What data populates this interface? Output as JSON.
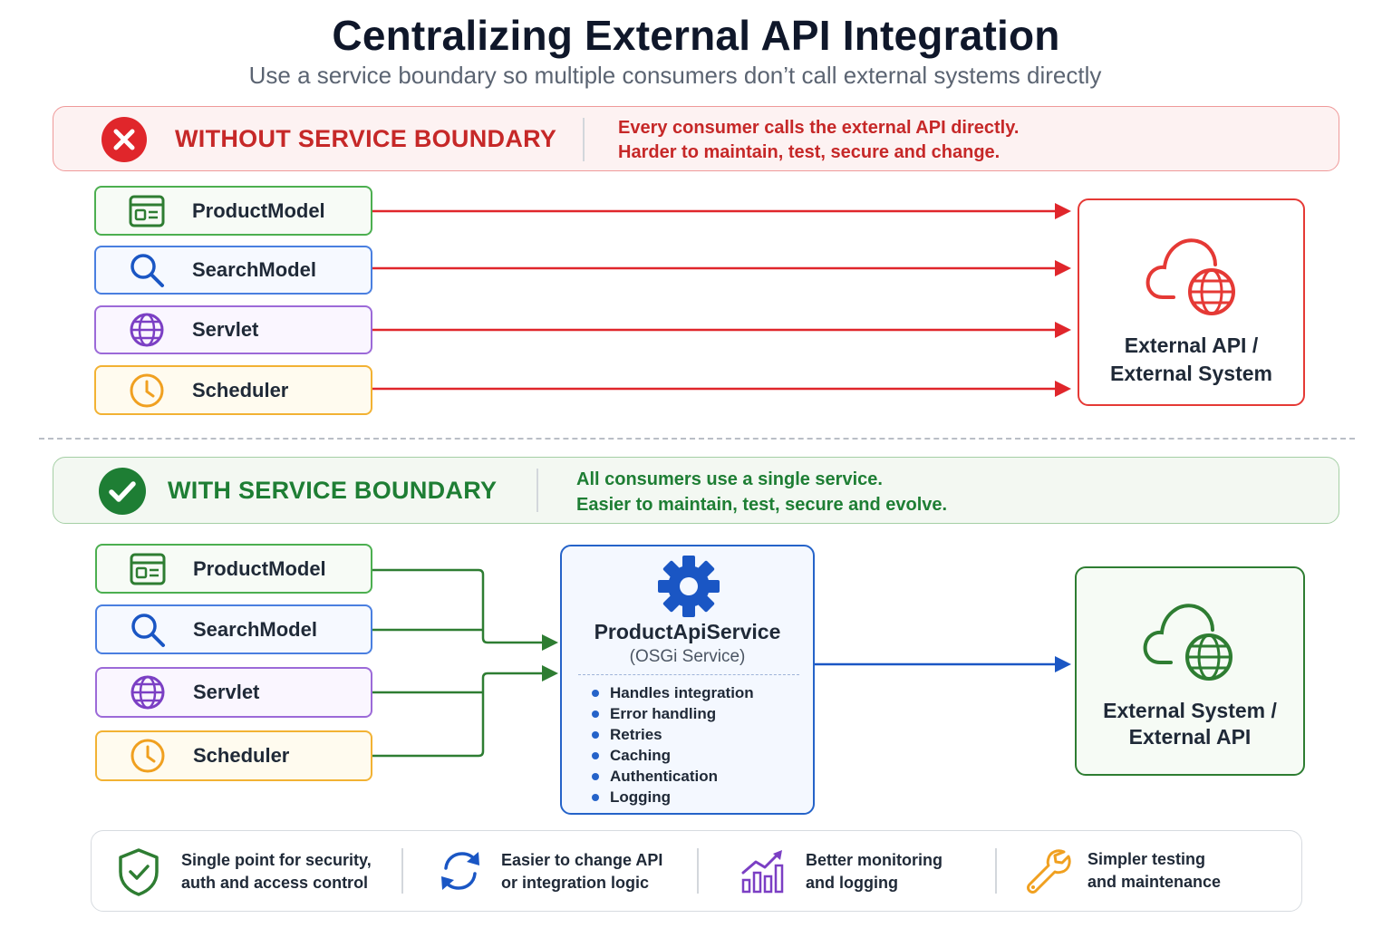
{
  "title": "Centralizing External API Integration",
  "subtitle": "Use a service boundary so multiple consumers don’t call external systems directly",
  "without": {
    "heading": "WITHOUT SERVICE BOUNDARY",
    "line1": "Every consumer calls the external API directly.",
    "line2": "Harder to maintain, test, secure and change.",
    "icon": "x-circle-icon",
    "color": "#d32f2f"
  },
  "with": {
    "heading": "WITH SERVICE BOUNDARY",
    "line1": "All consumers use a single service.",
    "line2": "Easier to maintain, test, secure and evolve.",
    "icon": "check-circle-icon",
    "color": "#1e7e34"
  },
  "consumers": [
    {
      "label": "ProductModel",
      "icon": "product-card-icon",
      "color": "#2e7d32"
    },
    {
      "label": "SearchModel",
      "icon": "search-icon",
      "color": "#1a56c4"
    },
    {
      "label": "Servlet",
      "icon": "globe-icon",
      "color": "#7b3fc4"
    },
    {
      "label": "Scheduler",
      "icon": "clock-icon",
      "color": "#f0a020"
    }
  ],
  "external_top": {
    "line1": "External API /",
    "line2": "External System"
  },
  "external_bottom": {
    "line1": "External System /",
    "line2": "External API"
  },
  "service": {
    "name": "ProductApiService",
    "subtitle": "(OSGi Service)",
    "responsibilities": [
      "Handles integration",
      "Error handling",
      "Retries",
      "Caching",
      "Authentication",
      "Logging"
    ]
  },
  "benefits": [
    {
      "line1": "Single point for security,",
      "line2": "auth and access control",
      "icon": "shield-check-icon"
    },
    {
      "line1": "Easier to change API",
      "line2": "or integration logic",
      "icon": "refresh-icon"
    },
    {
      "line1": "Better monitoring",
      "line2": "and logging",
      "icon": "chart-up-icon"
    },
    {
      "line1": "Simpler testing",
      "line2": "and maintenance",
      "icon": "wrench-icon"
    }
  ]
}
